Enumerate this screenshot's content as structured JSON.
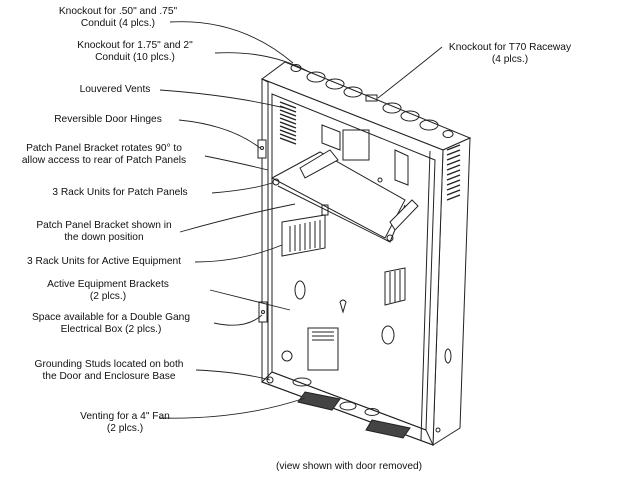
{
  "labels": {
    "knockout_small": [
      "Knockout for .50\" and .75\"",
      "Conduit  (4 plcs.)"
    ],
    "knockout_large": [
      "Knockout for 1.75\" and 2\"",
      "Conduit  (10 plcs.)"
    ],
    "louvered_vents": [
      "Louvered Vents"
    ],
    "door_hinges": [
      "Reversible Door Hinges"
    ],
    "bracket_rotates": [
      "Patch Panel Bracket rotates 90° to",
      "allow access to rear of Patch Panels"
    ],
    "rack_patch": [
      "3 Rack Units for Patch Panels"
    ],
    "bracket_down": [
      "Patch Panel Bracket shown in",
      "the down position"
    ],
    "rack_active": [
      "3 Rack Units for Active Equipment"
    ],
    "active_brackets": [
      "Active Equipment Brackets",
      "(2 plcs.)"
    ],
    "gang_box": [
      "Space available for a Double Gang",
      "Electrical Box  (2 plcs.)"
    ],
    "grounding": [
      "Grounding Studs located on both",
      "the Door and Enclosure Base"
    ],
    "fan_vent": [
      "Venting for a 4\" Fan",
      "(2 plcs.)"
    ],
    "t70_raceway": [
      "Knockout for T70 Raceway",
      "(4 plcs.)"
    ]
  },
  "caption": "(view shown with door removed)",
  "colors": {
    "line": "#222222",
    "ink": "#111111",
    "background": "#ffffff"
  }
}
